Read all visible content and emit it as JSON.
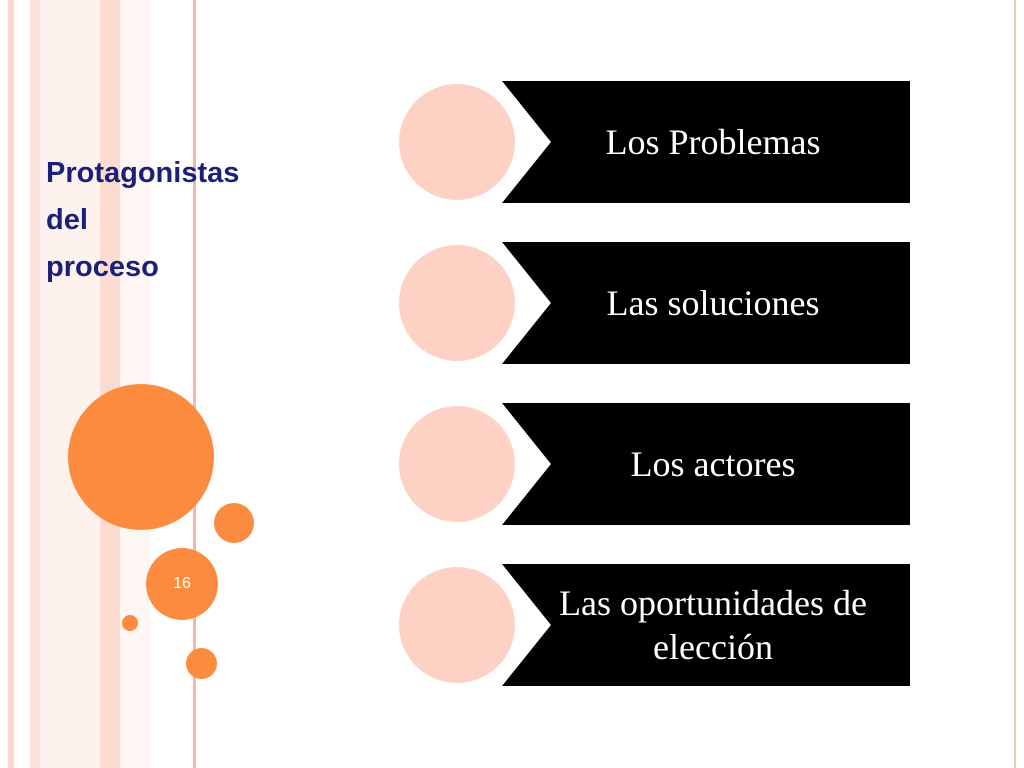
{
  "slide": {
    "title_lines": [
      "Protagonistas",
      "del",
      "proceso"
    ],
    "page_number": "16"
  },
  "items": [
    {
      "label": "Los Problemas"
    },
    {
      "label": "Las soluciones"
    },
    {
      "label": "Los actores"
    },
    {
      "label": "Las oportunidades de elección"
    }
  ],
  "colors": {
    "title": "#1a1f7a",
    "accent": "#fb8c3f",
    "circle_fill": "#fdd2c4",
    "box_fill": "#000000"
  }
}
